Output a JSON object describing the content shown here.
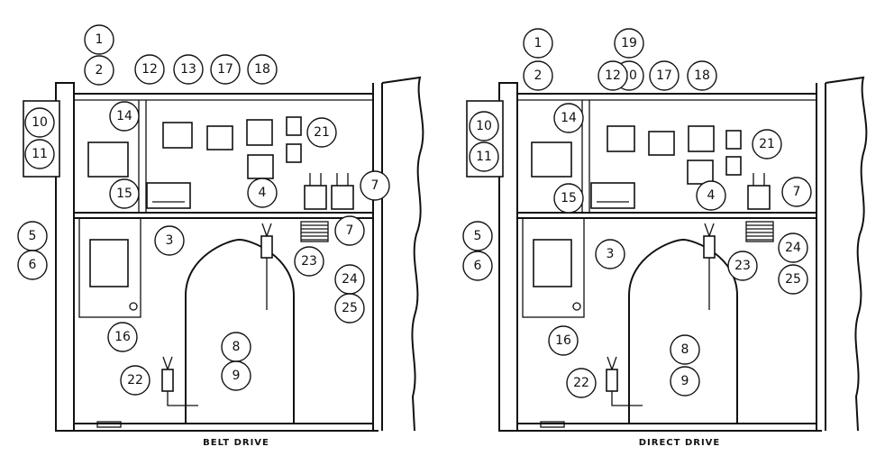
{
  "panels": [
    {
      "caption": "BELT DRIVE",
      "callouts": [
        "1",
        "2",
        "12",
        "13",
        "17",
        "18",
        "21",
        "10",
        "11",
        "14",
        "15",
        "4",
        "7",
        "7",
        "5",
        "6",
        "3",
        "23",
        "24",
        "25",
        "16",
        "8",
        "9",
        "22"
      ]
    },
    {
      "caption": "DIRECT DRIVE",
      "callouts": [
        "1",
        "2",
        "19",
        "20",
        "12",
        "17",
        "18",
        "21",
        "10",
        "11",
        "14",
        "15",
        "4",
        "7",
        "5",
        "6",
        "3",
        "23",
        "24",
        "25",
        "16",
        "8",
        "9",
        "22"
      ]
    }
  ]
}
